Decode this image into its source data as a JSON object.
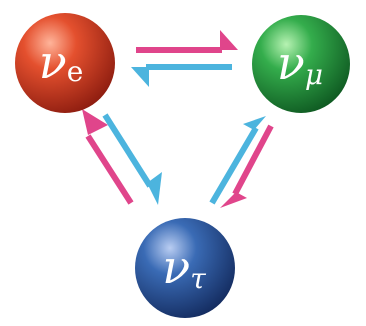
{
  "nodes": {
    "electron": {
      "symbol": "ν",
      "subscript": "e",
      "color": "#d8452a"
    },
    "muon": {
      "symbol": "ν",
      "subscript": "μ",
      "color": "#2ea34a"
    },
    "tau": {
      "symbol": "ν",
      "subscript": "τ",
      "color": "#2e5fa8"
    }
  },
  "arrow_colors": {
    "magenta": "#e0458b",
    "cyan": "#4cb4de"
  }
}
